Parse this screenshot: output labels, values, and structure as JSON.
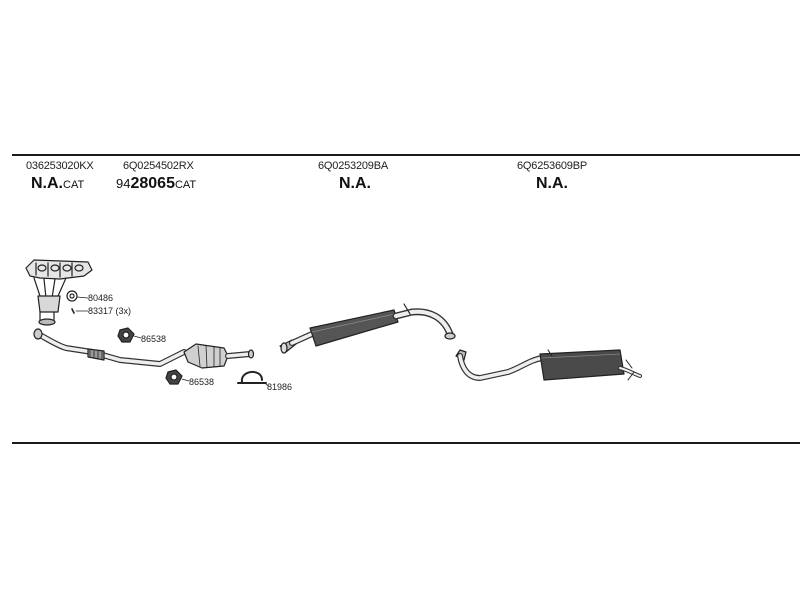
{
  "columns": [
    {
      "part_number": "036253020KX",
      "status_main": "N.A.",
      "status_suffix": "CAT"
    },
    {
      "part_number": "6Q0254502RX",
      "status_prefix": "94",
      "status_main": "28065",
      "status_suffix": "CAT"
    },
    {
      "part_number": "6Q0253209BA",
      "status_main": "N.A."
    },
    {
      "part_number": "6Q6253609BP",
      "status_main": "N.A."
    }
  ],
  "callouts": [
    {
      "id": "80486",
      "label": "80486"
    },
    {
      "id": "83317",
      "label": "83317 (3x)"
    },
    {
      "id": "86538a",
      "label": "86538"
    },
    {
      "id": "86538b",
      "label": "86538"
    },
    {
      "id": "81986",
      "label": "81986"
    }
  ]
}
